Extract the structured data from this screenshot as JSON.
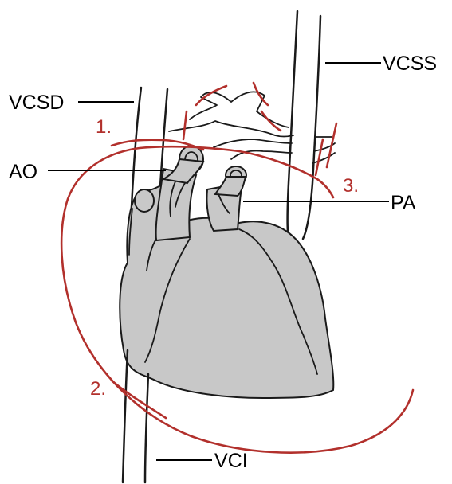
{
  "labels": {
    "vcss": "VCSS",
    "vcsd": "VCSD",
    "ao": "AO",
    "pa": "PA",
    "vci": "VCI"
  },
  "cut_markers": {
    "one": "1.",
    "two": "2.",
    "three": "3."
  },
  "colors": {
    "heart": "#c8c8c8",
    "outline": "#1a1a1a",
    "incision": "#b2302c"
  }
}
